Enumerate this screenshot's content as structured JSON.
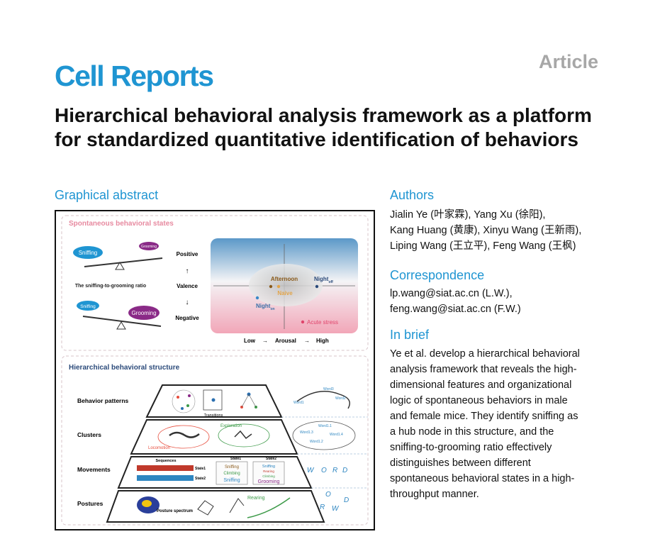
{
  "header": {
    "journal": "Cell Reports",
    "article_type": "Article"
  },
  "title": "Hierarchical behavioral analysis framework as a platform for standardized quantitative identification of behaviors",
  "graphical_abstract": {
    "heading": "Graphical abstract",
    "top_panel": {
      "title": "Spontaneous behavioral states",
      "seesaw_top": {
        "left": "Sniffing",
        "right": "Grooming"
      },
      "seesaw_bottom": {
        "left": "Sniffing",
        "right": "Grooming"
      },
      "ratio_label": "The sniffing-to-grooming ratio",
      "valence": {
        "positive": "Positive",
        "label": "Valence",
        "negative": "Negative"
      },
      "arrow_up": "↑",
      "arrow_down": "↓",
      "states": {
        "afternoon": "Afternoon",
        "naive": "Naive",
        "night_off": "Night",
        "night_off_sub": "off",
        "night_on": "Night",
        "night_on_sub": "on",
        "acute_stress": "Acute stress"
      },
      "arousal": {
        "low": "Low",
        "label": "Arousal",
        "high": "High",
        "arrow": "→"
      }
    },
    "bottom_panel": {
      "title": "Hierarchical behavioral structure",
      "levels": [
        "Behavior patterns",
        "Clusters",
        "Movements",
        "Postures"
      ],
      "transitions": "Transitions",
      "exploration": "Exploration",
      "locomotion": "Locomotion",
      "sequences": "Sequences",
      "state1": "State1",
      "state2": "State2",
      "state1_words": [
        "Sniffing",
        "Climbing",
        "Sniffing"
      ],
      "state2_words": [
        "Sniffing",
        "Rearing",
        "Climbing",
        "Grooming"
      ],
      "rearing": "Rearing",
      "posture_spectrum": "Posture spectrum",
      "words_top": [
        "Word1",
        "Word2",
        "Word3"
      ],
      "words_mid": [
        "Word1.3",
        "Word1.1",
        "Word1.4",
        "Word1.2"
      ],
      "letters_movements": [
        "W",
        "O",
        "R",
        "D"
      ],
      "letters_postures": [
        "O",
        "D",
        "R",
        "W"
      ]
    }
  },
  "authors": {
    "heading": "Authors",
    "lines": [
      "Jialin Ye (叶家霖), Yang Xu (徐阳),",
      "Kang Huang (黄康), Xinyu Wang (王新雨),",
      "Liping Wang (王立平), Feng Wang (王枫)"
    ]
  },
  "correspondence": {
    "heading": "Correspondence",
    "lines": [
      "lp.wang@siat.ac.cn (L.W.),",
      "feng.wang@siat.ac.cn (F.W.)"
    ]
  },
  "in_brief": {
    "heading": "In brief",
    "lines": [
      "Ye et al. develop a hierarchical behavioral",
      "analysis framework that reveals the high-",
      "dimensional features and organizational",
      "logic of spontaneous behaviors in male",
      "and female mice. They identify sniffing as",
      "a hub node in this structure, and the",
      "sniffing-to-grooming ratio effectively",
      "distinguishes between different",
      "spontaneous behavioral states in a high-",
      "throughput manner."
    ]
  },
  "colors": {
    "brand": "#1f95d2",
    "article_gray": "#a7a7a7",
    "sniffing": "#1f95d2",
    "grooming": "#8a2a87",
    "pink_title": "#e78aa0",
    "navy": "#2b4a7a"
  }
}
